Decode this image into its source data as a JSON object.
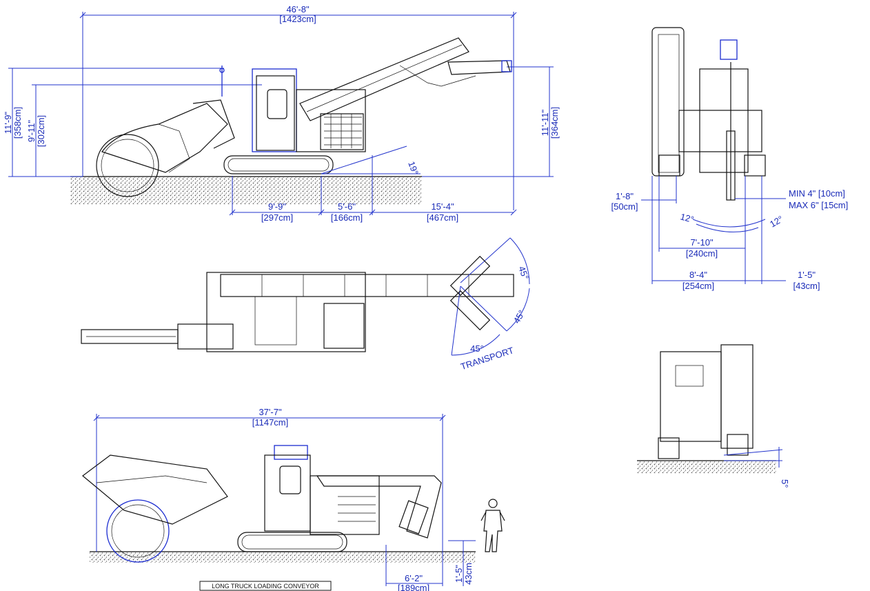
{
  "side_view_top": {
    "overall_length": "46'-8\"",
    "overall_length_cm": "[1423cm]",
    "height_left": "11'-9\"",
    "height_left_cm": "[358cm]",
    "height_cab": "9'-11\"",
    "height_cab_cm": "[302cm]",
    "height_right": "11'-11\"",
    "height_right_cm": "[364cm]",
    "angle": "19°",
    "dim_a": "9'-9\"",
    "dim_a_cm": "[297cm]",
    "dim_b": "5'-6\"",
    "dim_b_cm": "[166cm]",
    "dim_c": "15'-4\"",
    "dim_c_cm": "[467cm]"
  },
  "front_view": {
    "left_offset": "1'-8\"",
    "left_offset_cm": "[50cm]",
    "cut_width_min": "MIN  4\"  [10cm]",
    "cut_width_max": "MAX  6\"  [15cm]",
    "tilt_left": "12°",
    "tilt_right": "12°",
    "track_width": "7'-10\"",
    "track_width_cm": "[240cm]",
    "overall_width": "8'-4\"",
    "overall_width_cm": "[254cm]",
    "right_offset": "1'-5\"",
    "right_offset_cm": "[43cm]"
  },
  "plan_view": {
    "swing_upper": "45°",
    "swing_lower": "45°",
    "transport_angle": "45°",
    "transport_label": "TRANSPORT"
  },
  "rear_view": {
    "tilt": "5°"
  },
  "side_view_bottom": {
    "overall_length": "37'-7\"",
    "overall_length_cm": "[1147cm]",
    "dim_d": "6'-2\"",
    "dim_d_cm": "[189cm]",
    "dim_e": "1'-5\"",
    "dim_e_cm": "43cm",
    "caption": "LONG TRUCK LOADING CONVEYOR"
  },
  "colors": {
    "dimension": "#1a2bb8",
    "linework": "#111111",
    "ground_hatch": "#555555"
  }
}
